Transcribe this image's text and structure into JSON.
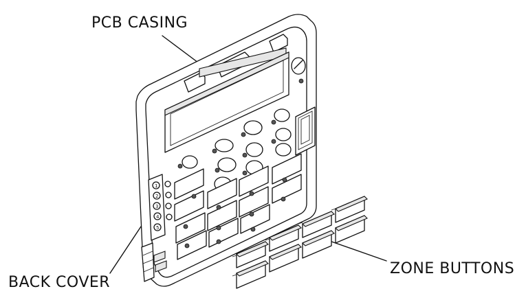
{
  "labels": {
    "pcb_casing": "PCB CASING",
    "back_cover": "BACK COVER",
    "zone_buttons": "ZONE BUTTONS"
  },
  "side_numbers": [
    "1",
    "2",
    "3",
    "4",
    "5"
  ]
}
